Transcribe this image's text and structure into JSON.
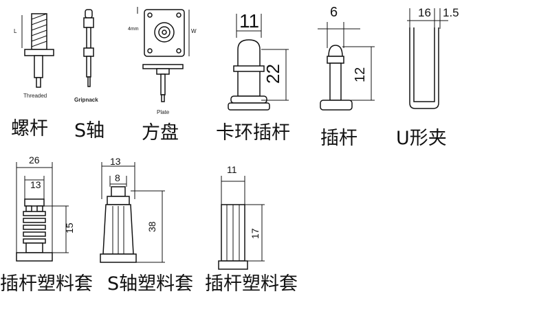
{
  "items": [
    {
      "caption": "螺杆",
      "sublabel": "Threaded",
      "dims": [
        "L"
      ]
    },
    {
      "caption": "S轴",
      "sublabel": "Gripnack",
      "dims": []
    },
    {
      "caption": "方盘",
      "sublabel": "Plate",
      "dims": [
        "4mm",
        "W"
      ]
    },
    {
      "caption": "卡环插杆",
      "sublabel": "",
      "dims": [
        "11",
        "22"
      ]
    },
    {
      "caption": "插杆",
      "sublabel": "",
      "dims": [
        "6",
        "12"
      ]
    },
    {
      "caption": "U形夹",
      "sublabel": "",
      "dims": [
        "16",
        "1.5"
      ]
    },
    {
      "caption": "插杆塑料套",
      "sublabel": "",
      "dims": [
        "26",
        "13",
        "15"
      ]
    },
    {
      "caption": "S轴塑料套",
      "sublabel": "",
      "dims": [
        "13",
        "8",
        "38"
      ]
    },
    {
      "caption": "插杆塑料套",
      "sublabel": "",
      "dims": [
        "11",
        "17"
      ]
    }
  ]
}
